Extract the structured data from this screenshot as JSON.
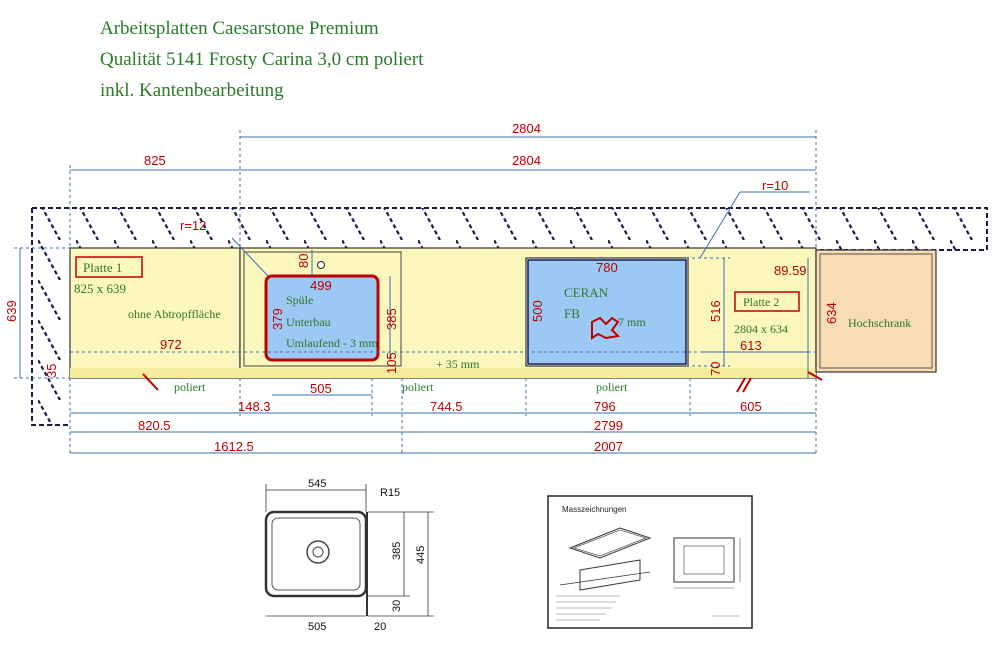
{
  "header": {
    "line1": "Arbeitsplatten Caesarstone Premium",
    "line2": "Qualität 5141 Frosty Carina 3,0 cm poliert",
    "line3": "inkl. Kantenbearbeitung"
  },
  "dims": {
    "top_total": "2804",
    "top_left": "825",
    "top_right": "2804",
    "left_height": "639",
    "left_35": "35",
    "sink_r": "r=12",
    "sink_80": "80",
    "sink_width": "499",
    "sink_379": "379",
    "sink_385": "385",
    "sink_105": "105",
    "d972": "972",
    "d505": "505",
    "d1483": "148.3",
    "d7445": "744.5",
    "d796": "796",
    "d605": "605",
    "d8205": "820.5",
    "d2799": "2799",
    "d16125": "1612.5",
    "d2007": "2007",
    "ceran_width": "780",
    "ceran_500": "500",
    "ceran_516": "516",
    "r10": "r=10",
    "d8959": "89.59",
    "d634": "634",
    "d613": "613",
    "d70": "70",
    "plus35": "+ 35 mm"
  },
  "labels": {
    "platte1": "Platte 1",
    "platte1_size": "825 x 639",
    "ohne": "ohne Abtropffläche",
    "spuele1": "Spüle",
    "spuele2": "Unterbau",
    "spuele3": "Umlaufend - 3 mm",
    "ceran1": "CERAN",
    "ceran2": "FB",
    "ceran_7mm": "7 mm",
    "platte2": "Platte 2",
    "platte2_size": "2804 x 634",
    "hochschrank": "Hochschrank",
    "poliert1": "poliert",
    "poliert2": "poliert",
    "poliert3": "poliert"
  },
  "sink_drawing": {
    "w545": "545",
    "r15": "R15",
    "h385": "385",
    "h445": "445",
    "d30": "30",
    "w505": "505",
    "w20": "20"
  },
  "hob_drawing": {
    "title": "Masszeichnungen"
  },
  "colors": {
    "counter": "#fbf7bd",
    "cutout": "#9cc8f4",
    "red": "#c00000",
    "green": "#2a7a2a",
    "dimline": "#3a6fb0",
    "hochschrank": "#f7dcb4"
  }
}
